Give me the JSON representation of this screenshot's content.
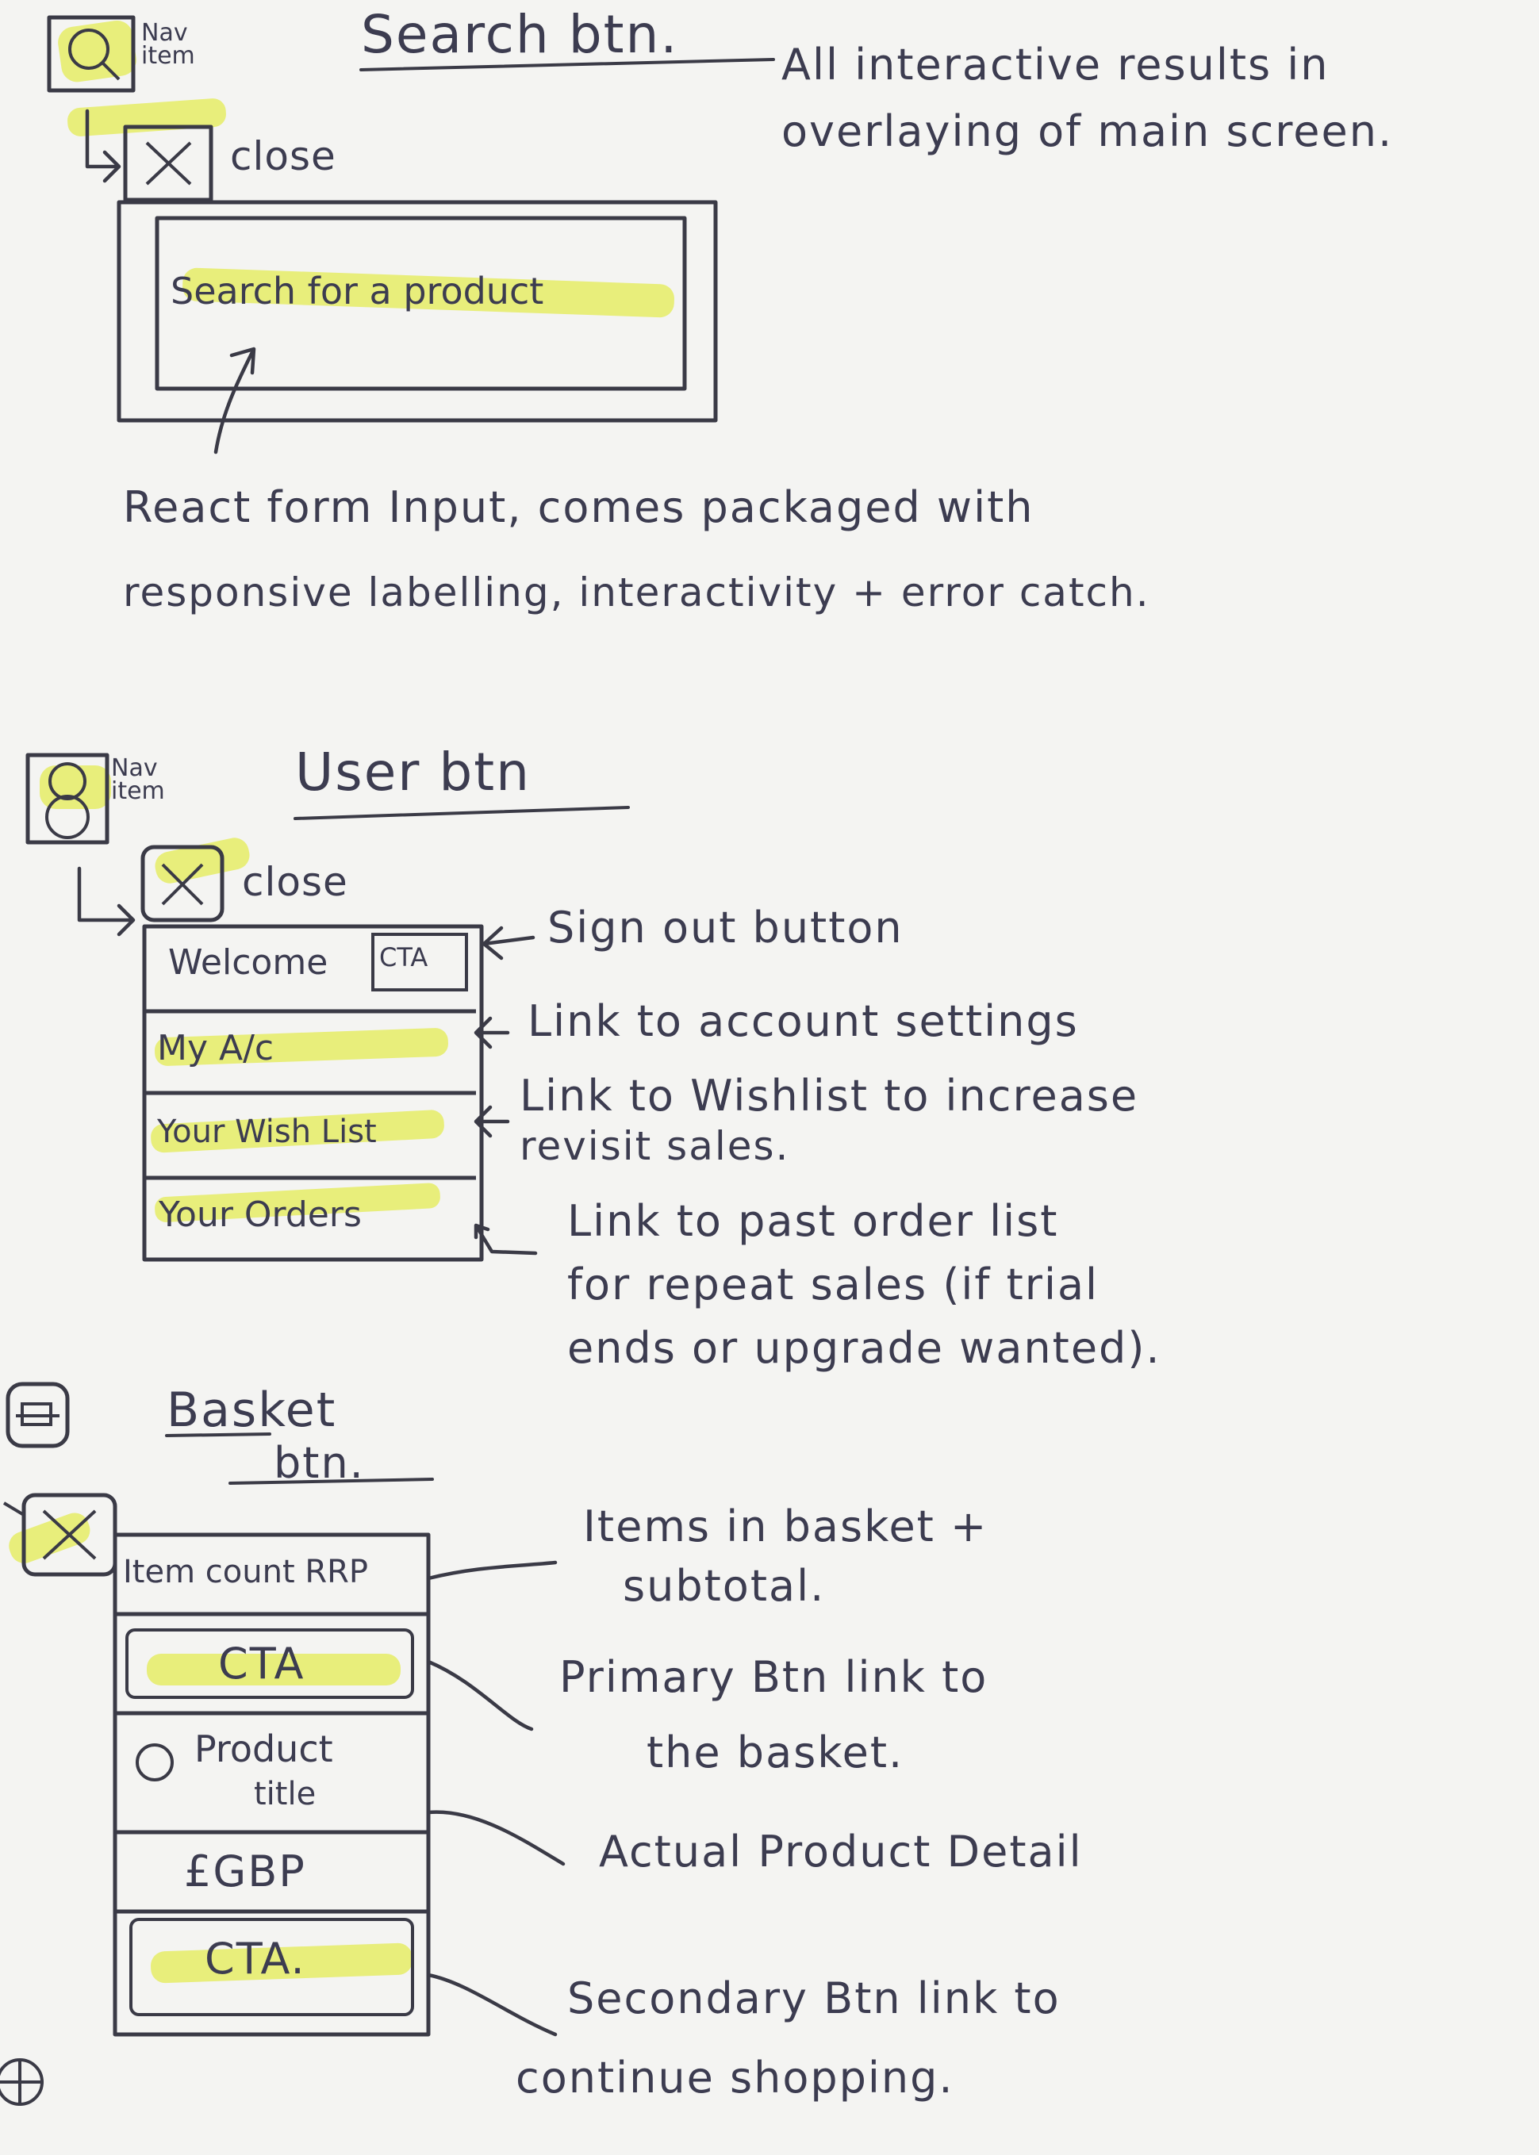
{
  "search": {
    "nav_label": "Nav\nitem",
    "heading": "Search btn.",
    "close_label": "close",
    "input_placeholder": "Search for a product",
    "overlay_note": "All interactive results in overlaying of main screen.",
    "react_note_line1": "React form Input, comes packaged with",
    "react_note_line2": "responsive labelling, interactivity + error catch."
  },
  "user": {
    "nav_label": "Nav\nitem",
    "heading": "User btn",
    "close_label": "close",
    "menu": [
      {
        "label": "Welcome",
        "cta": "CTA",
        "note": "Sign out button"
      },
      {
        "label": "My A/c",
        "note": "Link to account settings"
      },
      {
        "label": "Your Wish List",
        "note_line1": "Link to Wishlist to increase",
        "note_line2": "revisit sales."
      },
      {
        "label": "Your Orders",
        "note_line1": "Link to past order list",
        "note_line2": "for repeat sales (if trial",
        "note_line3": "ends or upgrade wanted)."
      }
    ]
  },
  "basket": {
    "heading_line1": "Basket",
    "heading_line2": "btn.",
    "rows": {
      "item_count": "Item count RRP",
      "primary_cta": "CTA",
      "product_title_line1": "Product",
      "product_title_line2": "title",
      "price": "£GBP",
      "secondary_cta": "CTA."
    },
    "notes": {
      "items_line1": "Items in basket +",
      "items_line2": "subtotal.",
      "primary_line1": "Primary Btn link to",
      "primary_line2": "the basket.",
      "product": "Actual Product Detail",
      "secondary_line1": "Secondary Btn link to",
      "secondary_line2": "continue shopping."
    }
  }
}
